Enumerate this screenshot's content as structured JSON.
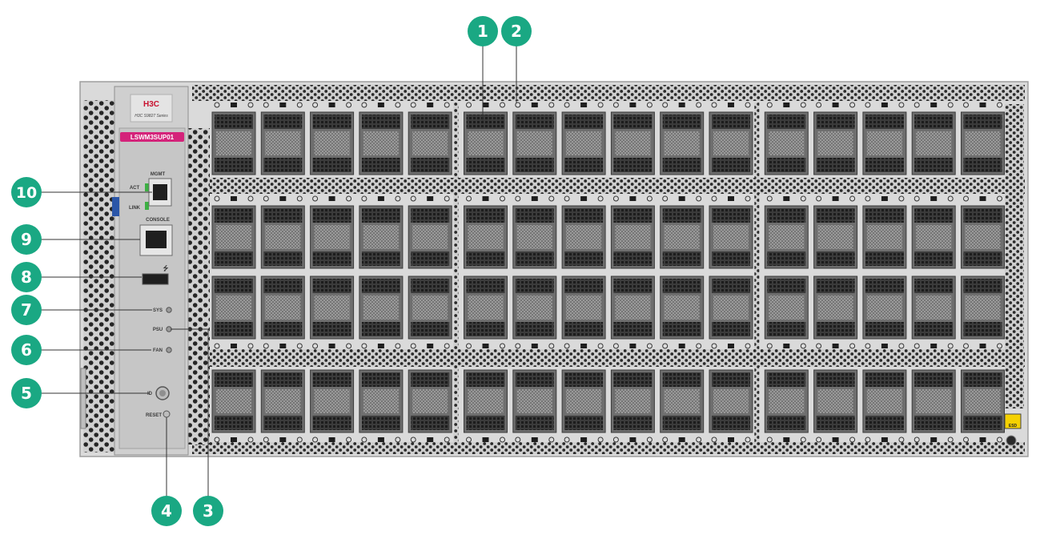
{
  "chassis": {
    "logo": "H3C",
    "model": "H3C S9827 Series",
    "card_badge": "LSWM3SUP01",
    "esd_label": "ESD",
    "colors": {
      "chassis": "#d9d9d9",
      "mesh_hole": "#2b2b2b",
      "panel": "#cfcfcf",
      "port_cage": "#7a7a7a",
      "callout": "#1aa883",
      "badge": "#d4237a",
      "led_green": "#3cb043",
      "esd_yellow": "#f5d100"
    }
  },
  "supervisor_panel": {
    "mgmt_label": "MGMT",
    "act_label": "ACT",
    "link_label": "LINK",
    "console_label": "CONSOLE",
    "usb_icon": "usb-icon",
    "sys_label": "SYS",
    "psu_label": "PSU",
    "fan_label": "FAN",
    "id_label": "ID",
    "reset_label": "RESET"
  },
  "callouts": [
    {
      "number": "1"
    },
    {
      "number": "2"
    },
    {
      "number": "3"
    },
    {
      "number": "4"
    },
    {
      "number": "5"
    },
    {
      "number": "6"
    },
    {
      "number": "7"
    },
    {
      "number": "8"
    },
    {
      "number": "9"
    },
    {
      "number": "10"
    }
  ],
  "port_grid": {
    "rows": 4,
    "columns": 16
  }
}
